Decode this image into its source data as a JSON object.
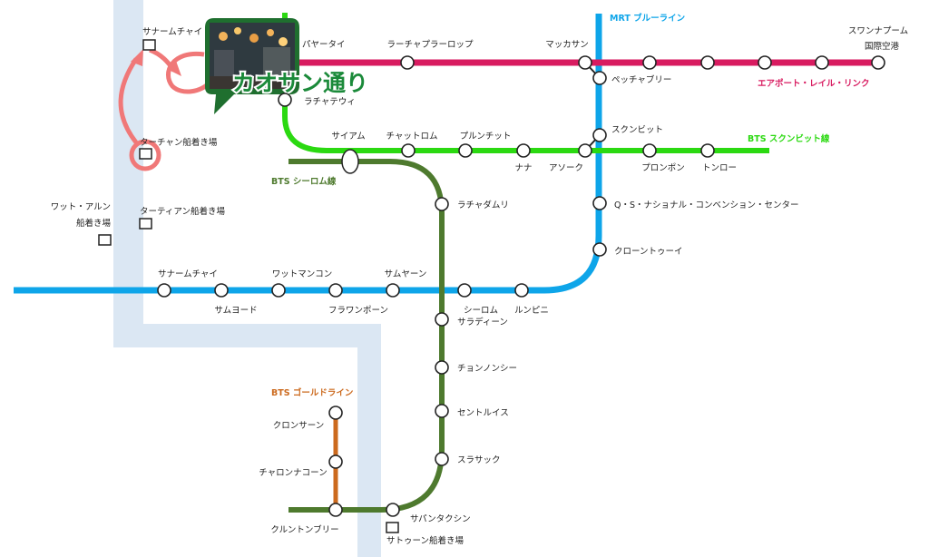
{
  "lines": {
    "mrt_blue": {
      "name": "MRT ブルーライン",
      "color": "#0ea5e9"
    },
    "airport_link": {
      "name": "エアポート・レイル・リンク",
      "color": "#d81b60"
    },
    "bts_sukhumvit": {
      "name": "BTS スクンビット線",
      "color": "#2bd911"
    },
    "bts_silom": {
      "name": "BTS シーロム線",
      "color": "#4e7a2e"
    },
    "bts_gold": {
      "name": "BTS ゴールドライン",
      "color": "#cc6a1e"
    }
  },
  "river": {
    "color": "#dbe7f3"
  },
  "highlight_color": "#f07878",
  "stations": {
    "samnam_chai_pier": "サナームチャイ",
    "tha_chang_pier": "ターチャン船着き場",
    "tha_tien_pier": "ターティアン船着き場",
    "wat_arun_pier_1": "ワット・アルン",
    "wat_arun_pier_2": "船着き場",
    "sathorn_pier": "サトゥーン船着き場",
    "phaya_thai": "パヤータイ",
    "ratchaprarop": "ラーチャプラーロップ",
    "makkasan": "マッカサン",
    "suvarnabhumi_1": "スワンナプーム",
    "suvarnabhumi_2": "国際空港",
    "phetchaburi": "ペッチャブリー",
    "ratchathewi": "ラチャテウィ",
    "siam": "サイアム",
    "chit_lom": "チャットロム",
    "phloen_chit": "プルンチット",
    "nana": "ナナ",
    "asok": "アソーク",
    "sukhumvit": "スクンビット",
    "phrom_phong": "プロンポン",
    "thong_lo": "トンロー",
    "ratchadamri": "ラチャダムリ",
    "qsncc": "Q・S・ナショナル・コンベンション・センター",
    "khlong_toei": "クローントゥーイ",
    "sanam_chai": "サナームチャイ",
    "sam_yot": "サムヨード",
    "wat_mangkon": "ワットマンコン",
    "wat_mangkon_ghost": "",
    "hua_lamphong": "フラワンポーン",
    "sam_yan": "サムヤーン",
    "silom_1": "シーロム",
    "silom_2": "サラディーン",
    "lumphini": "ルンピニ",
    "chong_nonsi": "チョンノンシー",
    "saint_louis": "セントルイス",
    "surasak": "スラサック",
    "saphan_taksin": "サパンタクシン",
    "krung_thon_buri": "クルントンブリー",
    "charoen_nakhon": "チャロンナコーン",
    "khlong_san": "クロンサーン"
  },
  "callout": {
    "title": "カオサン通り"
  }
}
